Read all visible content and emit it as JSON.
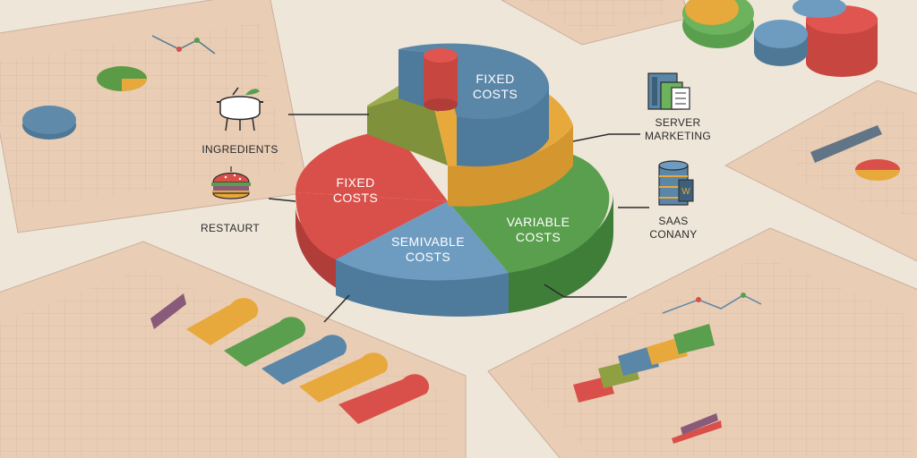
{
  "slices": {
    "fixed_top": {
      "line1": "FIXED",
      "line2": "COSTS"
    },
    "fixed_left": {
      "line1": "FIXED",
      "line2": "COSTS"
    },
    "semivariable": {
      "line1": "SEMIVABLE",
      "line2": "COSTS"
    },
    "variable": {
      "line1": "VARIABLE",
      "line2": "COSTS"
    }
  },
  "callouts": {
    "ingredients": "INGREDIENTS",
    "restaurant": "RESTAURT",
    "server_marketing": {
      "line1": "SERVER",
      "line2": "MARKETING"
    },
    "saas_company": {
      "line1": "SAAS",
      "line2": "CONANY"
    }
  },
  "icons": {
    "ingredients": "cooking-pot-icon",
    "restaurant": "burger-icon",
    "server_marketing": "server-stack-icon",
    "saas_company": "database-icon"
  },
  "colors": {
    "background": "#efe6da",
    "paper": "#e9cdb5",
    "fixed_blue": "#5a86a8",
    "fixed_red": "#d9504a",
    "semivariable_blue": "#6e9cc0",
    "variable_green": "#5a9f4e",
    "olive": "#8fa043",
    "amber": "#e8a93c",
    "purple": "#8a5a7a"
  }
}
